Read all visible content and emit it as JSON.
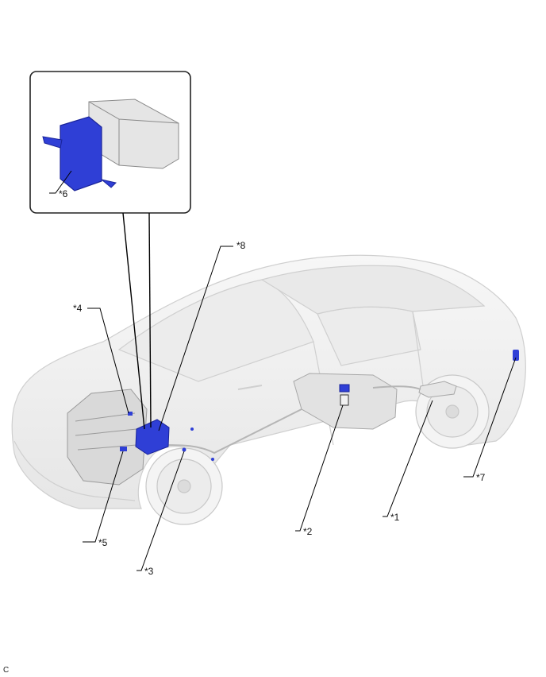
{
  "colors": {
    "highlight": "#2f3fd6",
    "highlight_dark": "#1a2499",
    "body_fill": "#f3f3f3",
    "body_stroke": "#cfcfcf",
    "leader": "#000000"
  },
  "callouts": {
    "c1": "*1",
    "c2": "*2",
    "c3": "*3",
    "c4": "*4",
    "c5": "*5",
    "c6": "*6",
    "c7": "*7",
    "c8": "*8"
  },
  "footer": {
    "code": "C"
  }
}
